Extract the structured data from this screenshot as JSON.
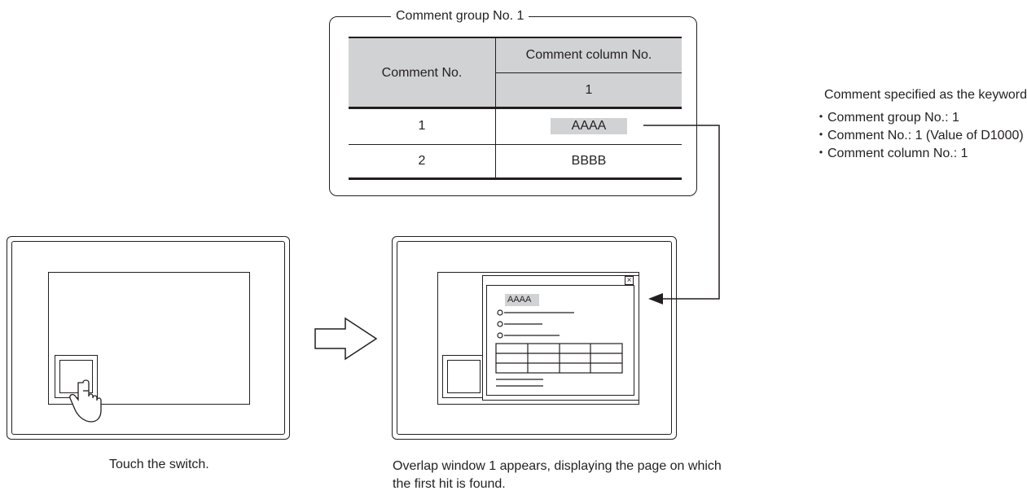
{
  "comment_group": {
    "title": "Comment group No. 1",
    "header": {
      "comment_no": "Comment No.",
      "comment_column_no": "Comment column No.",
      "column_1": "1"
    },
    "rows": [
      {
        "no": "1",
        "text": "AAAA"
      },
      {
        "no": "2",
        "text": "BBBB"
      }
    ]
  },
  "keyword_note": {
    "title": "Comment specified as the keyword",
    "items": [
      "・Comment group No.: 1",
      "・Comment No.: 1 (Value of D1000)",
      "・Comment column No.: 1"
    ]
  },
  "overlap_window": {
    "chip_text": "AAAA",
    "close_glyph": "×"
  },
  "captions": {
    "left": "Touch the switch.",
    "right": "Overlap window 1 appears, displaying the page on which the first hit is found."
  }
}
